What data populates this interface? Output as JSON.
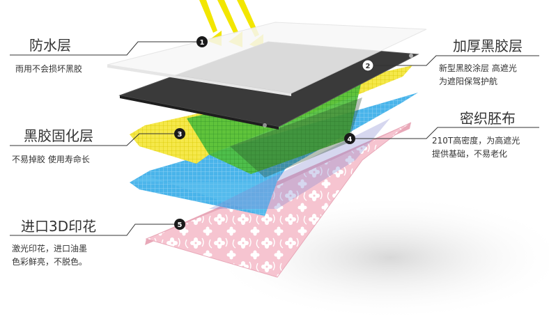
{
  "layers": [
    {
      "number": "1",
      "title": "防水层",
      "description": [
        "雨用不会损坏黑胶"
      ]
    },
    {
      "number": "2",
      "title": "加厚黑胶层",
      "description": [
        "新型黑胶涂层 高遮光",
        "为遮阳保驾护航"
      ]
    },
    {
      "number": "3",
      "title": "黑胶固化层",
      "description": [
        "不易掉胶 使用寿命长"
      ]
    },
    {
      "number": "4",
      "title": "密织胚布",
      "description": [
        "210T高密度，为高遮光",
        "提供基础，不易老化"
      ]
    },
    {
      "number": "5",
      "title": "进口3D印花",
      "description": [
        "激光印花，进口油墨",
        "色彩鲜亮，不脱色。"
      ]
    }
  ],
  "colors": {
    "sun_rays": "#f2e600",
    "waterproof_layer": "#f7f7f7",
    "black_glue_layer": "#3a3a3a",
    "curing_layer": "#f5e84a",
    "curing_grid": "#d9c800",
    "woven_base": "#3aaee8",
    "woven_grid": "#9fd8f5",
    "green_overlap": "#4fbf3a",
    "print_layer": "#f6c4d0",
    "print_pattern": "#ffffff",
    "marker_dark": "#1a1a1a",
    "marker_light": "#ffffff",
    "leader_line": "#333333"
  }
}
